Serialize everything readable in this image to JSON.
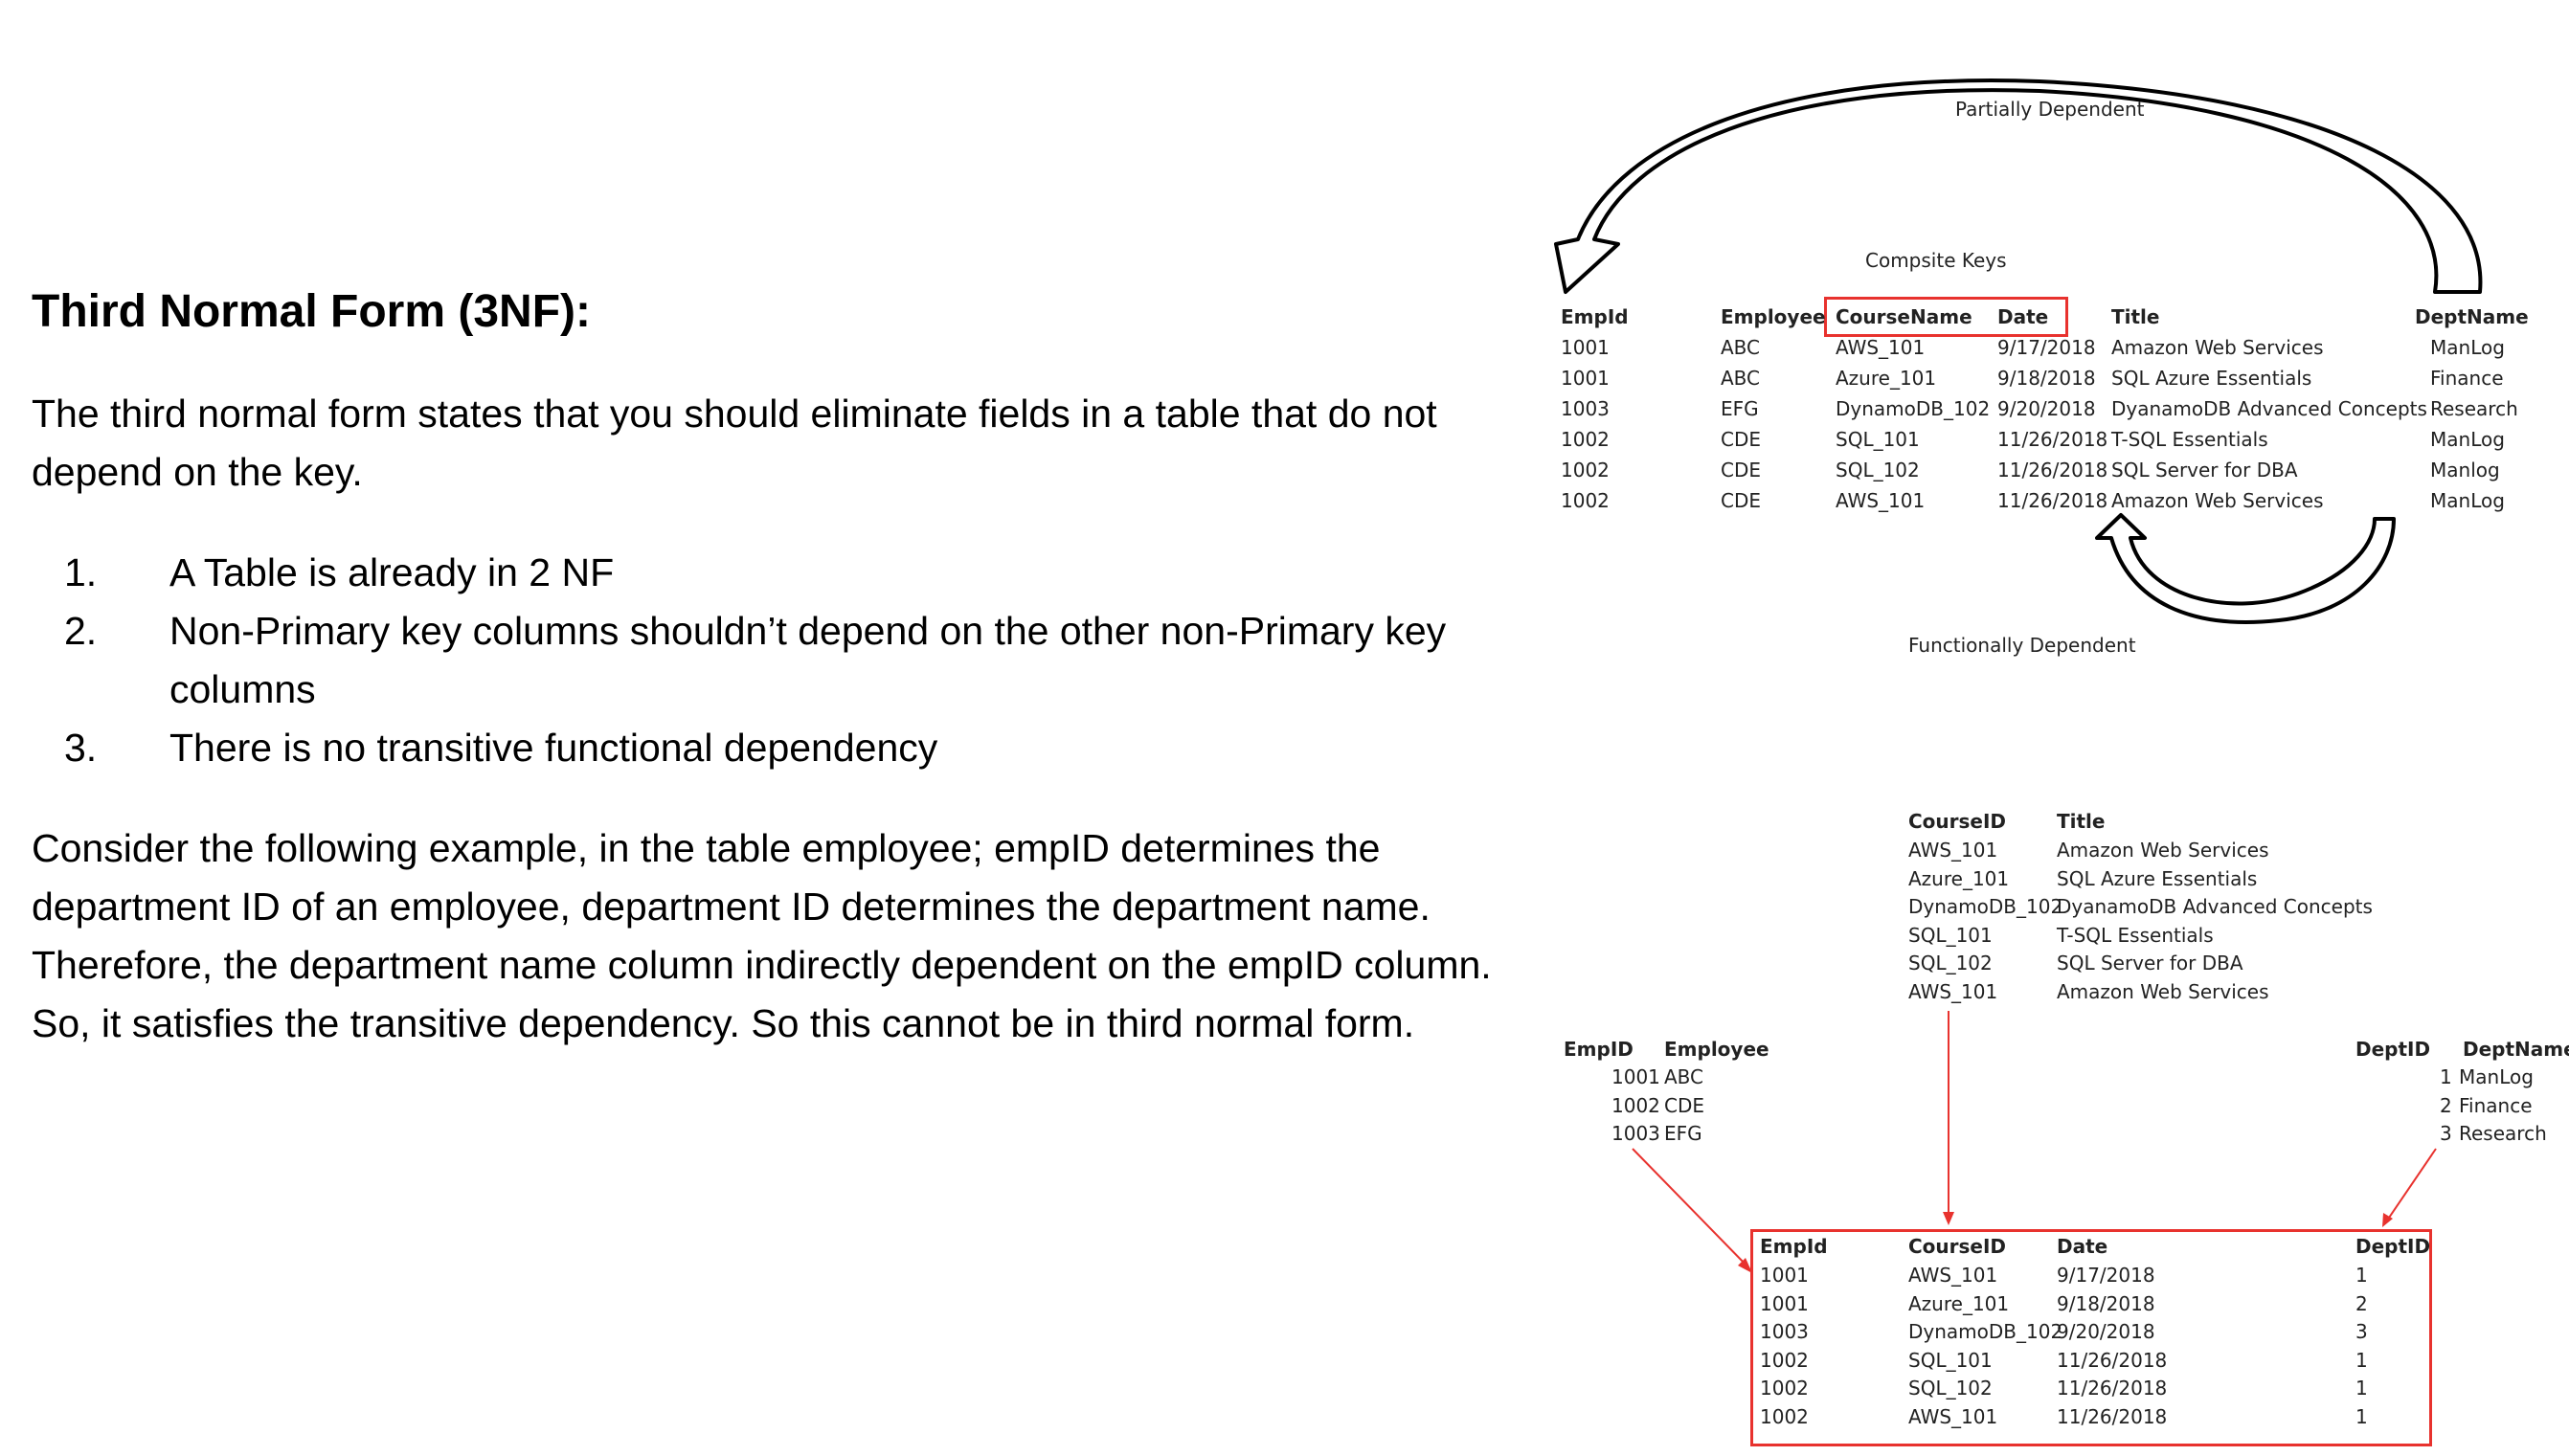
{
  "left": {
    "heading": "Third Normal Form (3NF):",
    "intro": "The third normal form states that you should eliminate fields in a table that do not depend on the key.",
    "list": [
      {
        "num": "1.",
        "text": "A Table is already in 2 NF"
      },
      {
        "num": "2.",
        "text": "Non-Primary key columns shouldn’t depend on the other non-Primary key columns"
      },
      {
        "num": "3.",
        "text": "There is no transitive functional dependency"
      }
    ],
    "example": "Consider the following example, in the table employee; empID determines the department ID of an employee, department ID determines the department name. Therefore, the department name column indirectly dependent on the empID column. So, it satisfies the transitive dependency. So this cannot be in third normal form."
  },
  "diagram_top": {
    "label_partial": "Partially Dependent",
    "label_composite": "Compsite Keys",
    "label_functional": "Functionally Dependent",
    "headers": [
      "EmpId",
      "Employee",
      "CourseName",
      "Date",
      "Title",
      "DeptName"
    ],
    "rows": [
      [
        "1001",
        "ABC",
        "AWS_101",
        "9/17/2018",
        "Amazon Web Services",
        "ManLog"
      ],
      [
        "1001",
        "ABC",
        "Azure_101",
        "9/18/2018",
        "SQL Azure Essentials",
        "Finance"
      ],
      [
        "1003",
        "EFG",
        "DynamoDB_102",
        "9/20/2018",
        "DyanamoDB Advanced Concepts",
        "Research"
      ],
      [
        "1002",
        "CDE",
        "SQL_101",
        "11/26/2018",
        "T-SQL Essentials",
        "ManLog"
      ],
      [
        "1002",
        "CDE",
        "SQL_102",
        "11/26/2018",
        "SQL Server for DBA",
        "Manlog"
      ],
      [
        "1002",
        "CDE",
        "AWS_101",
        "11/26/2018",
        "Amazon Web Services",
        "ManLog"
      ]
    ]
  },
  "course_table": {
    "headers": [
      "CourseID",
      "Title"
    ],
    "rows": [
      [
        "AWS_101",
        "Amazon Web Services"
      ],
      [
        "Azure_101",
        "SQL Azure Essentials"
      ],
      [
        "DynamoDB_102",
        "DyanamoDB Advanced Concepts"
      ],
      [
        "SQL_101",
        "T-SQL Essentials"
      ],
      [
        "SQL_102",
        "SQL Server for DBA"
      ],
      [
        "AWS_101",
        "Amazon Web Services"
      ]
    ]
  },
  "employee_table": {
    "headers": [
      "EmpID",
      "Employee"
    ],
    "rows": [
      [
        "1001",
        "ABC"
      ],
      [
        "1002",
        "CDE"
      ],
      [
        "1003",
        "EFG"
      ]
    ]
  },
  "dept_table": {
    "headers": [
      "DeptID",
      "DeptName"
    ],
    "rows": [
      [
        "1",
        "ManLog"
      ],
      [
        "2",
        "Finance"
      ],
      [
        "3",
        "Research"
      ]
    ]
  },
  "link_table": {
    "headers": [
      "EmpId",
      "CourseID",
      "Date",
      "DeptID"
    ],
    "rows": [
      [
        "1001",
        "AWS_101",
        "9/17/2018",
        "1"
      ],
      [
        "1001",
        "Azure_101",
        "9/18/2018",
        "2"
      ],
      [
        "1003",
        "DynamoDB_102",
        "9/20/2018",
        "3"
      ],
      [
        "1002",
        "SQL_101",
        "11/26/2018",
        "1"
      ],
      [
        "1002",
        "SQL_102",
        "11/26/2018",
        "1"
      ],
      [
        "1002",
        "AWS_101",
        "11/26/2018",
        "1"
      ]
    ]
  },
  "colors": {
    "highlight": "#e8322e",
    "text": "#222222"
  }
}
